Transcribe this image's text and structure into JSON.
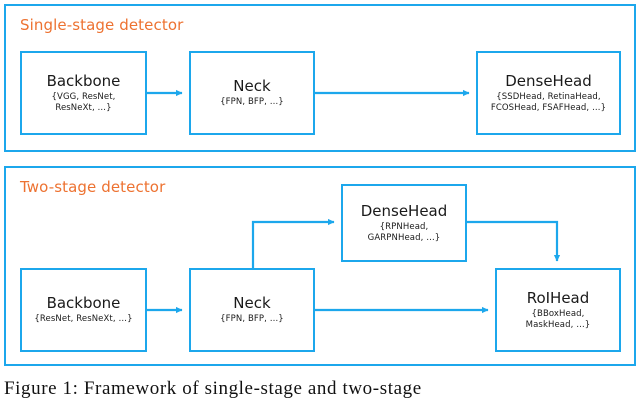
{
  "figure": {
    "caption": "Figure 1:  Framework of single-stage and two-stage",
    "colors": {
      "panel_border": "#1CA7EC",
      "node_border": "#1CA7EC",
      "arrow": "#1CA7EC",
      "title_text": "#ED7231",
      "body_text": "#1A1A1A",
      "background": "#FFFFFF"
    }
  },
  "panels": [
    {
      "id": "single-stage",
      "title": "Single-stage detector",
      "nodes": [
        {
          "id": "backbone",
          "title": "Backbone",
          "sub": "{VGG, ResNet,\nResNeXt, …}"
        },
        {
          "id": "neck",
          "title": "Neck",
          "sub": "{FPN, BFP, …}"
        },
        {
          "id": "densehead",
          "title": "DenseHead",
          "sub": "{SSDHead, RetinaHead,\nFCOSHead, FSAFHead, …}"
        }
      ],
      "edges": [
        {
          "from": "backbone",
          "to": "neck"
        },
        {
          "from": "neck",
          "to": "densehead"
        }
      ]
    },
    {
      "id": "two-stage",
      "title": "Two-stage detector",
      "nodes": [
        {
          "id": "backbone",
          "title": "Backbone",
          "sub": "{ResNet, ResNeXt, …}"
        },
        {
          "id": "neck",
          "title": "Neck",
          "sub": "{FPN, BFP, …}"
        },
        {
          "id": "densehead",
          "title": "DenseHead",
          "sub": "{RPNHead,\nGARPNHead, …}"
        },
        {
          "id": "roihead",
          "title": "RoIHead",
          "sub": "{BBoxHead,\nMaskHead, …}"
        }
      ],
      "edges": [
        {
          "from": "backbone",
          "to": "neck"
        },
        {
          "from": "neck",
          "to": "densehead"
        },
        {
          "from": "neck",
          "to": "roihead"
        },
        {
          "from": "densehead",
          "to": "roihead"
        }
      ]
    }
  ]
}
